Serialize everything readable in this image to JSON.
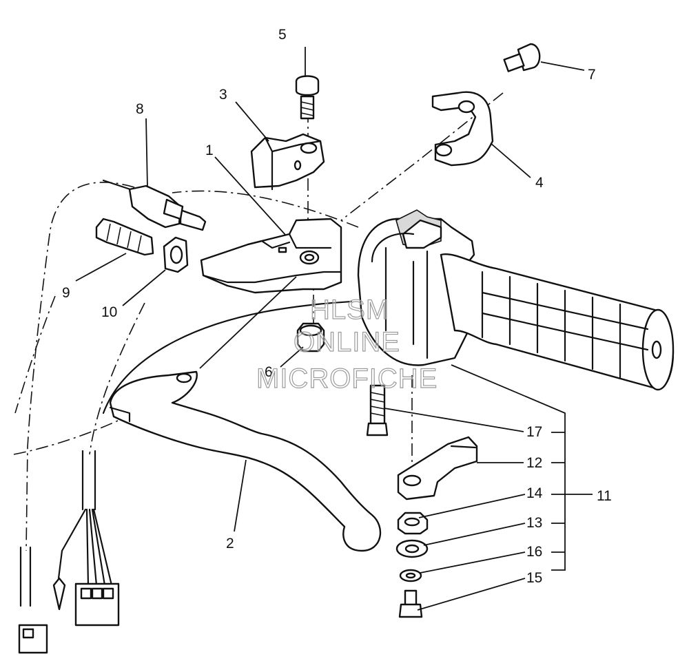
{
  "callouts": [
    {
      "id": "1",
      "label": "1"
    },
    {
      "id": "2",
      "label": "2"
    },
    {
      "id": "3",
      "label": "3"
    },
    {
      "id": "4",
      "label": "4"
    },
    {
      "id": "5",
      "label": "5"
    },
    {
      "id": "6",
      "label": "6"
    },
    {
      "id": "7",
      "label": "7"
    },
    {
      "id": "8",
      "label": "8"
    },
    {
      "id": "9",
      "label": "9"
    },
    {
      "id": "10",
      "label": "10"
    },
    {
      "id": "11",
      "label": "11"
    },
    {
      "id": "12",
      "label": "12"
    },
    {
      "id": "13",
      "label": "13"
    },
    {
      "id": "14",
      "label": "14"
    },
    {
      "id": "15",
      "label": "15"
    },
    {
      "id": "16",
      "label": "16"
    },
    {
      "id": "17",
      "label": "17"
    }
  ],
  "watermark": {
    "line1": "HLSM",
    "line2": "ONLINE",
    "line3": "MICROFICHE"
  }
}
